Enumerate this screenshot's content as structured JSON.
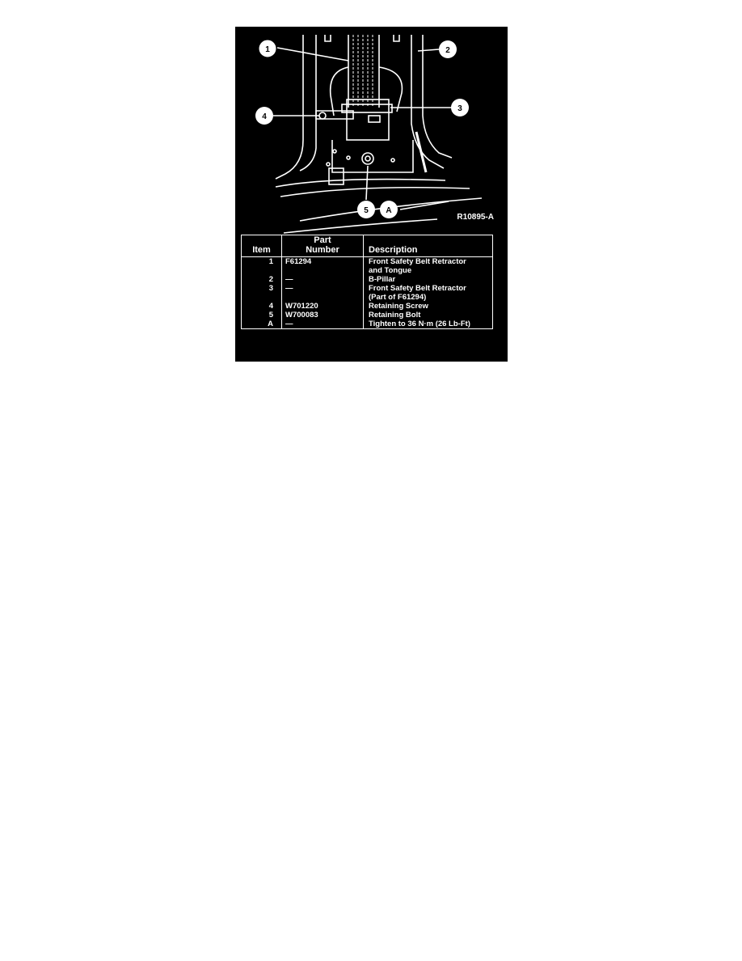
{
  "figure": {
    "reference_id": "R10895-A",
    "callouts": [
      "1",
      "2",
      "3",
      "4",
      "5",
      "A"
    ],
    "colors": {
      "background": "#000000",
      "lines": "#ffffff"
    }
  },
  "table": {
    "headers": {
      "item": "Item",
      "part_line1": "Part",
      "part_line2": "Number",
      "description": "Description"
    },
    "rows": [
      {
        "item": "1",
        "part": "F61294",
        "desc1": "Front Safety Belt Retractor",
        "desc2": "and Tongue"
      },
      {
        "item": "2",
        "part": "—",
        "desc1": "B-Pillar",
        "desc2": ""
      },
      {
        "item": "3",
        "part": "—",
        "desc1": "Front Safety Belt Retractor",
        "desc2": "(Part of F61294)"
      },
      {
        "item": "4",
        "part": "W701220",
        "desc1": "Retaining Screw",
        "desc2": ""
      },
      {
        "item": "5",
        "part": "W700083",
        "desc1": "Retaining Bolt",
        "desc2": ""
      },
      {
        "item": "A",
        "part": "—",
        "desc1": "Tighten to 36 N·m (26 Lb-Ft)",
        "desc2": ""
      }
    ]
  }
}
